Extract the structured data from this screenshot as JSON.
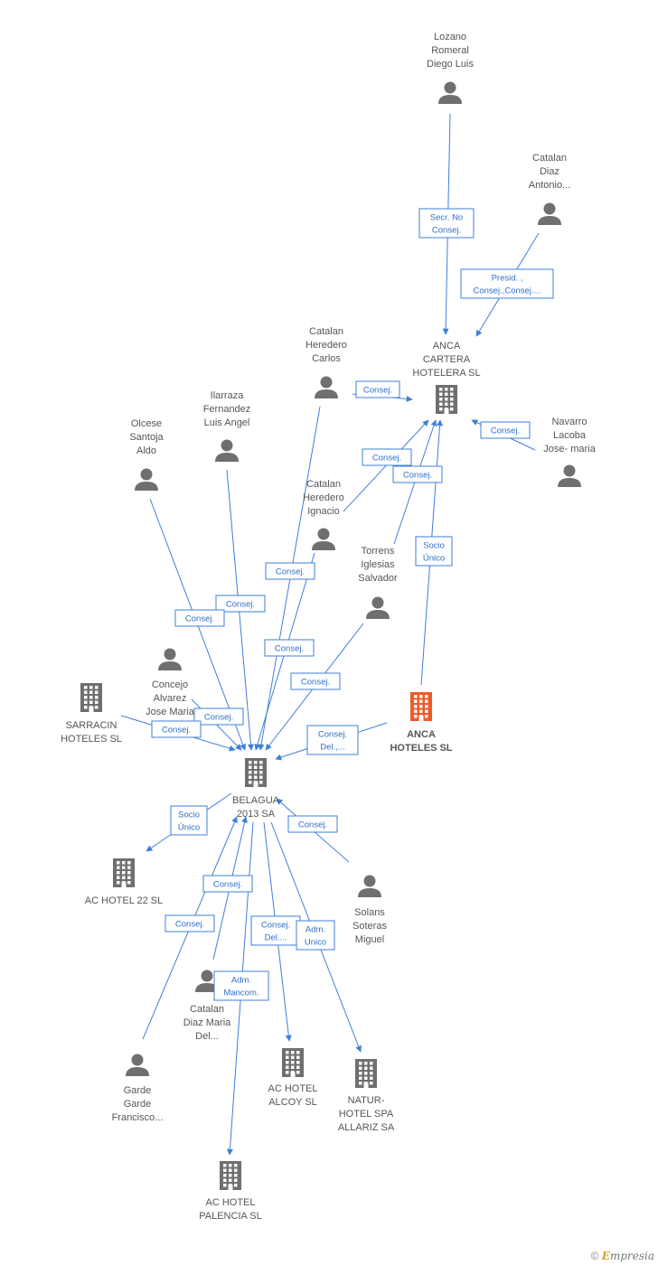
{
  "colors": {
    "edge": "#3f7fd9",
    "icon": "#6f6f6f",
    "focus": "#f05a28",
    "text": "#555555"
  },
  "footer": {
    "copyright": "©",
    "brand_initial": "E",
    "brand_rest": "mpresia"
  },
  "nodes": [
    {
      "id": "lozano",
      "kind": "person",
      "label": [
        "Lozano",
        "Romeral",
        "Diego Luis"
      ]
    },
    {
      "id": "catalan_diaz",
      "kind": "person",
      "label": [
        "Catalan",
        "Diaz",
        "Antonio..."
      ]
    },
    {
      "id": "anca_cartera",
      "kind": "company",
      "label": [
        "ANCA",
        "CARTERA",
        "HOTELERA SL"
      ]
    },
    {
      "id": "navarro",
      "kind": "person",
      "label": [
        "Navarro",
        "Lacoba",
        "Jose- maria"
      ]
    },
    {
      "id": "catalan_carlos",
      "kind": "person",
      "label": [
        "Catalan",
        "Heredero",
        "Carlos"
      ]
    },
    {
      "id": "ilarraza",
      "kind": "person",
      "label": [
        "Ilarraza",
        "Fernandez",
        "Luis Angel"
      ]
    },
    {
      "id": "olcese",
      "kind": "person",
      "label": [
        "Olcese",
        "Santoja",
        "Aldo"
      ]
    },
    {
      "id": "catalan_ignacio",
      "kind": "person",
      "label": [
        "Catalan",
        "Heredero",
        "Ignacio"
      ]
    },
    {
      "id": "torrens",
      "kind": "person",
      "label": [
        "Torrens",
        "Iglesias",
        "Salvador"
      ]
    },
    {
      "id": "concejo",
      "kind": "person",
      "label": [
        "Concejo",
        "Alvarez",
        "Jose Maria"
      ]
    },
    {
      "id": "sarracin",
      "kind": "company",
      "label": [
        "SARRACIN",
        "HOTELES SL"
      ]
    },
    {
      "id": "anca_hoteles",
      "kind": "focus",
      "label": [
        "ANCA",
        "HOTELES SL"
      ]
    },
    {
      "id": "belagua",
      "kind": "company",
      "label": [
        "BELAGUA",
        "2013 SA"
      ]
    },
    {
      "id": "ac22",
      "kind": "company",
      "label": [
        "AC HOTEL 22 SL"
      ]
    },
    {
      "id": "solans",
      "kind": "person",
      "label": [
        "Solans",
        "Soteras",
        "Miguel"
      ]
    },
    {
      "id": "catalan_maria",
      "kind": "person",
      "label": [
        "Catalan",
        "Diaz Maria",
        "Del..."
      ]
    },
    {
      "id": "garde",
      "kind": "person",
      "label": [
        "Garde",
        "Garde",
        "Francisco..."
      ]
    },
    {
      "id": "acalcoy",
      "kind": "company",
      "label": [
        "AC HOTEL",
        "ALCOY SL"
      ]
    },
    {
      "id": "natur",
      "kind": "company",
      "label": [
        "NATUR-",
        "HOTEL SPA",
        "ALLARIZ SA"
      ]
    },
    {
      "id": "acpalencia",
      "kind": "company",
      "label": [
        "AC HOTEL",
        "PALENCIA SL"
      ]
    }
  ],
  "relations": [
    {
      "from": "lozano",
      "to": "anca_cartera",
      "label": [
        "Secr.  No",
        "Consej."
      ]
    },
    {
      "from": "catalan_diaz",
      "to": "anca_cartera",
      "label": [
        "Presid. ,",
        "Consej.,Consej...."
      ]
    },
    {
      "from": "catalan_carlos",
      "to": "anca_cartera",
      "label": [
        "Consej."
      ]
    },
    {
      "from": "navarro",
      "to": "anca_cartera",
      "label": [
        "Consej."
      ]
    },
    {
      "from": "catalan_ignacio",
      "to": "anca_cartera",
      "label": [
        "Consej."
      ]
    },
    {
      "from": "torrens",
      "to": "anca_cartera",
      "label": [
        "Consej."
      ]
    },
    {
      "from": "anca_hoteles",
      "to": "anca_cartera",
      "label": [
        "Socio",
        "Único"
      ]
    },
    {
      "from": "catalan_carlos",
      "to": "belagua",
      "label": [
        "Consej."
      ]
    },
    {
      "from": "ilarraza",
      "to": "belagua",
      "label": [
        "Consej."
      ]
    },
    {
      "from": "olcese",
      "to": "belagua",
      "label": [
        "Consej."
      ]
    },
    {
      "from": "catalan_ignacio",
      "to": "belagua",
      "label": [
        "Consej."
      ]
    },
    {
      "from": "torrens",
      "to": "belagua",
      "label": [
        "Consej."
      ]
    },
    {
      "from": "concejo",
      "to": "belagua",
      "label": [
        "Consej."
      ]
    },
    {
      "from": "sarracin",
      "to": "belagua",
      "label": [
        "Consej."
      ]
    },
    {
      "from": "anca_hoteles",
      "to": "belagua",
      "label": [
        "Consej.",
        "Del.,..."
      ]
    },
    {
      "from": "belagua",
      "to": "ac22",
      "label": [
        "Socio",
        "Único"
      ]
    },
    {
      "from": "solans",
      "to": "belagua",
      "label": [
        "Consej."
      ]
    },
    {
      "from": "catalan_maria",
      "to": "belagua",
      "label": [
        "Consej."
      ]
    },
    {
      "from": "garde",
      "to": "belagua",
      "label": [
        "Consej."
      ]
    },
    {
      "from": "belagua",
      "to": "acalcoy",
      "label": [
        "Consej.",
        "Del...."
      ]
    },
    {
      "from": "belagua",
      "to": "natur",
      "label": [
        "Adm.",
        "Unico"
      ]
    },
    {
      "from": "belagua",
      "to": "acpalencia",
      "label": [
        "Adm.",
        "Mancom."
      ]
    }
  ]
}
